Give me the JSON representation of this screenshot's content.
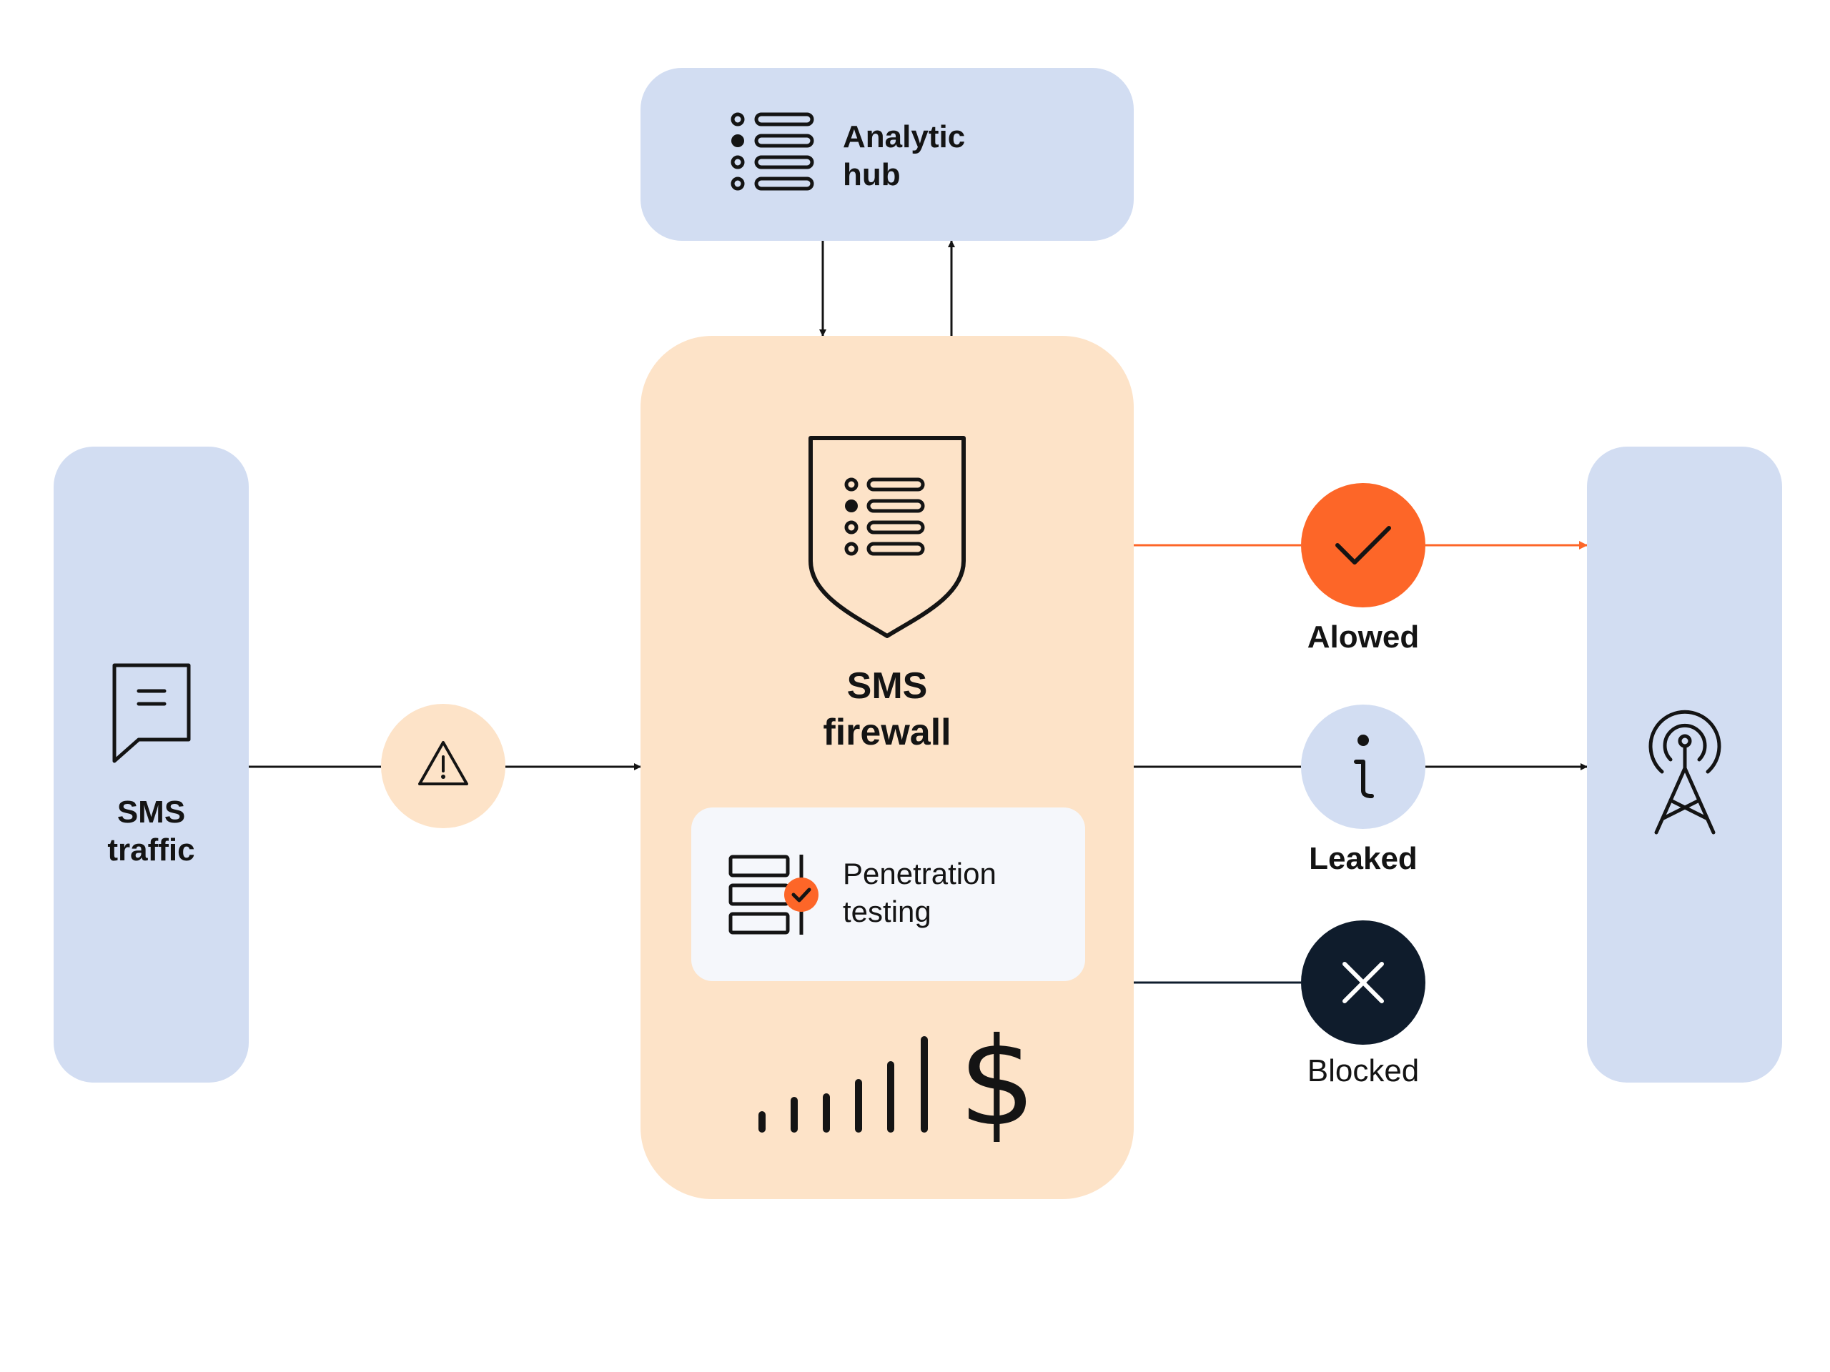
{
  "analytic_hub": {
    "line1": "Analytic",
    "line2": "hub",
    "icon": "list-icon"
  },
  "sms_traffic": {
    "line1": "SMS",
    "line2": "traffic",
    "icon": "message-icon"
  },
  "sms_firewall": {
    "line1": "SMS",
    "line2": "firewall",
    "icon": "shield-list-icon"
  },
  "penetration_testing": {
    "line1": "Penetration",
    "line2": "testing",
    "icon": "server-check-icon"
  },
  "pricing": {
    "symbol": "$",
    "icon": "signal-bars-icon"
  },
  "warning": {
    "icon": "warning-icon"
  },
  "outcomes": {
    "allowed": {
      "label": "Alowed",
      "icon": "check-icon",
      "color": "#fd6628"
    },
    "leaked": {
      "label": "Leaked",
      "icon": "info-icon",
      "color": "#d2ddf2"
    },
    "blocked": {
      "label": "Blocked",
      "icon": "close-icon",
      "color": "#0f1c2c"
    }
  },
  "destination": {
    "icon": "tower-icon"
  },
  "colors": {
    "blue": "#d2ddf2",
    "peach": "#fde3c8",
    "orange": "#fd6628",
    "dark": "#0f1c2c"
  }
}
